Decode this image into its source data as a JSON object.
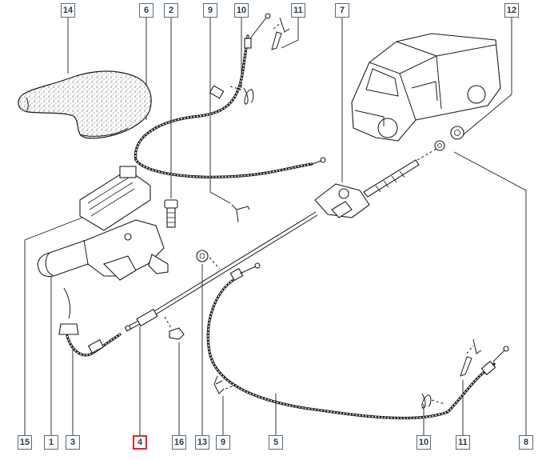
{
  "callouts": {
    "c14": "14",
    "c6": "6",
    "c2": "2",
    "c9a": "9",
    "c10a": "10",
    "c11a": "11",
    "c7": "7",
    "c12": "12",
    "c15": "15",
    "c1": "1",
    "c3": "3",
    "c4": "4",
    "c16": "16",
    "c13": "13",
    "c9b": "9",
    "c5": "5",
    "c10b": "10",
    "c11b": "11",
    "c8": "8"
  },
  "colors": {
    "highlight": "#e0262b",
    "frame": "#5a6a78",
    "ink": "#1c1c1c"
  }
}
